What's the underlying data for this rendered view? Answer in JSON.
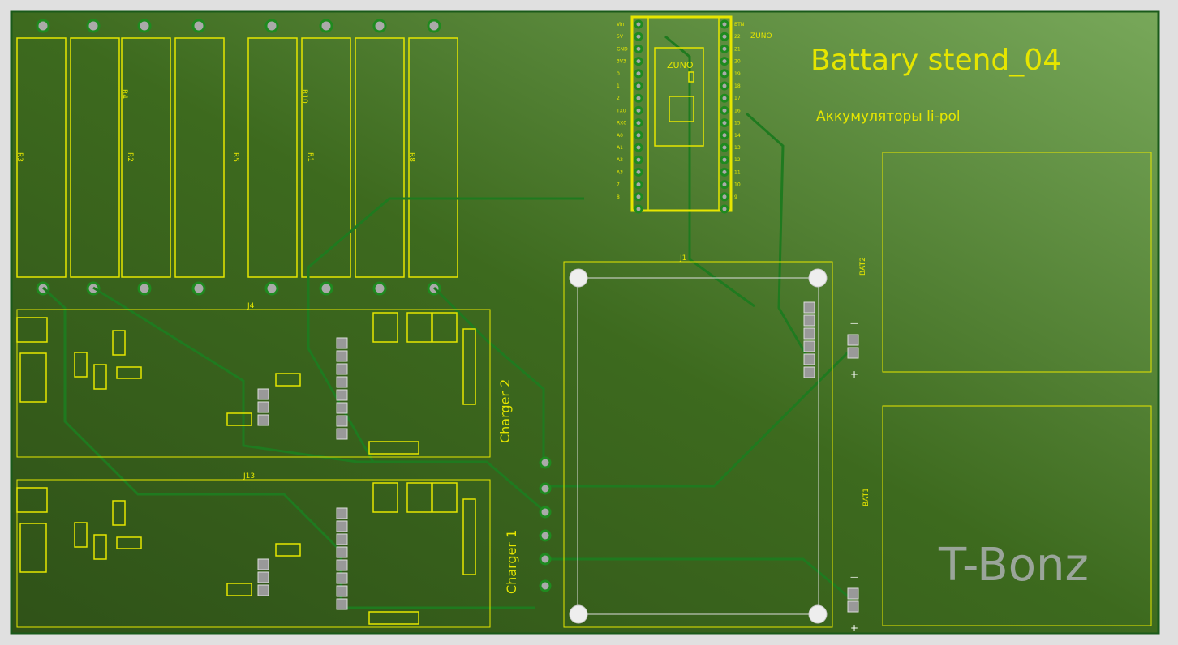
{
  "board": {
    "title": "Battary stend_04",
    "subtitle": "Аккумуляторы li-pol",
    "brand": "T-Bonz",
    "colors": {
      "substrate": "#3d6a1e",
      "silkscreen": "#e6e600",
      "trace": "#1f7a1f",
      "background": "#e0e0e0"
    }
  },
  "resistors": [
    "R3",
    "R4",
    "R2",
    "R5",
    "R10",
    "R1",
    "R8"
  ],
  "zuno": {
    "label": "ZUNO",
    "chip_label": "ZUNO",
    "left_pins": [
      "Vin",
      "5V",
      "GND",
      "3V3",
      "0",
      "1",
      "2",
      "TX0",
      "RX0",
      "A0",
      "A1",
      "A2",
      "A3",
      "7",
      "8",
      ""
    ],
    "right_pins": [
      "BTN",
      "22",
      "21",
      "20",
      "19",
      "18",
      "17",
      "16",
      "15",
      "14",
      "13",
      "12",
      "11",
      "10",
      "9",
      ""
    ]
  },
  "modules": {
    "j4": "J4",
    "j13": "J13",
    "j1": "J1",
    "charger2": "Charger 2",
    "charger1": "Charger 1",
    "bat2": "BAT2",
    "bat1": "BAT1",
    "minus": "—",
    "plus": "+"
  }
}
